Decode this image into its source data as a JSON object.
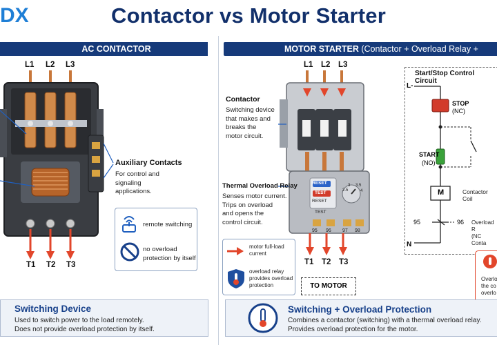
{
  "header": {
    "logo_text": "DX",
    "title": "Contactor vs Motor Starter"
  },
  "left": {
    "bar_title": "AC CONTACTOR",
    "line_terminals": [
      "L1",
      "L2",
      "L3"
    ],
    "load_terminals": [
      "T1",
      "T2",
      "T3"
    ],
    "aux_title": "Auxiliary Contacts",
    "aux_desc": [
      "For control and",
      "signaling",
      "applications."
    ],
    "info_items": [
      {
        "icon": "remote-switch-icon",
        "text": "remote switching"
      },
      {
        "icon": "no-symbol-icon",
        "text_lines": [
          "no overload",
          "protection by itself"
        ]
      }
    ],
    "footer_title": "Switching Device",
    "footer_lines": [
      "Used to switch power to the load remotely.",
      "Does not provide overload protection by itself."
    ]
  },
  "right": {
    "bar_title": "MOTOR STARTER",
    "bar_subtitle": "(Contactor + Overload Relay + Control)",
    "line_terminals": [
      "L1",
      "L2",
      "L3"
    ],
    "load_terminals": [
      "T1",
      "T2",
      "T3"
    ],
    "contactor_title": "Contactor",
    "contactor_desc": [
      "Switching device",
      "that makes and",
      "breaks the",
      "motor circuit."
    ],
    "relay_title": "Thermal Overload Relay",
    "relay_desc": [
      "Senses motor current.",
      "Trips on overload",
      "and opens the",
      "control circuit."
    ],
    "relay_buttons": [
      "RESET",
      "RESET",
      "TEST",
      "TEST"
    ],
    "relay_terminals": [
      "95",
      "96",
      "97",
      "98"
    ],
    "relay_dial": [
      "2.5",
      "3",
      "3.5",
      "4"
    ],
    "legend": [
      {
        "icon": "red-arrow-icon",
        "text_lines": [
          "motor full-load",
          "current"
        ]
      },
      {
        "icon": "thermometer-shield-icon",
        "text_lines": [
          "overload relay",
          "provides overload",
          "protection"
        ]
      }
    ],
    "to_motor": "TO MOTOR",
    "footer_title": "Switching + Overload Protection",
    "footer_lines": [
      "Combines a contactor (switching) with a thermal overload relay.",
      "Provides overload protection for the motor."
    ]
  },
  "control_circuit": {
    "title": "Start/Stop Control Circuit",
    "l_label": "L-",
    "n_label": "N",
    "stop_label": "STOP",
    "stop_sub": "(NC)",
    "start_label": "START",
    "start_sub": "(NO)",
    "coil_symbol": "M",
    "coil_label": [
      "Contactor",
      "Coil"
    ],
    "ol_left": "95",
    "ol_right": "96",
    "ol_desc": [
      "Overload R",
      "(NC Conta"
    ],
    "side_note": [
      "Overlo",
      "the co",
      "overlo"
    ]
  },
  "colors": {
    "navy": "#163a7a",
    "title": "#12306b",
    "copper": "#c8773a",
    "red_arrow": "#e2462b",
    "start_green": "#3aa23a",
    "stop_red": "#d23b2b"
  }
}
